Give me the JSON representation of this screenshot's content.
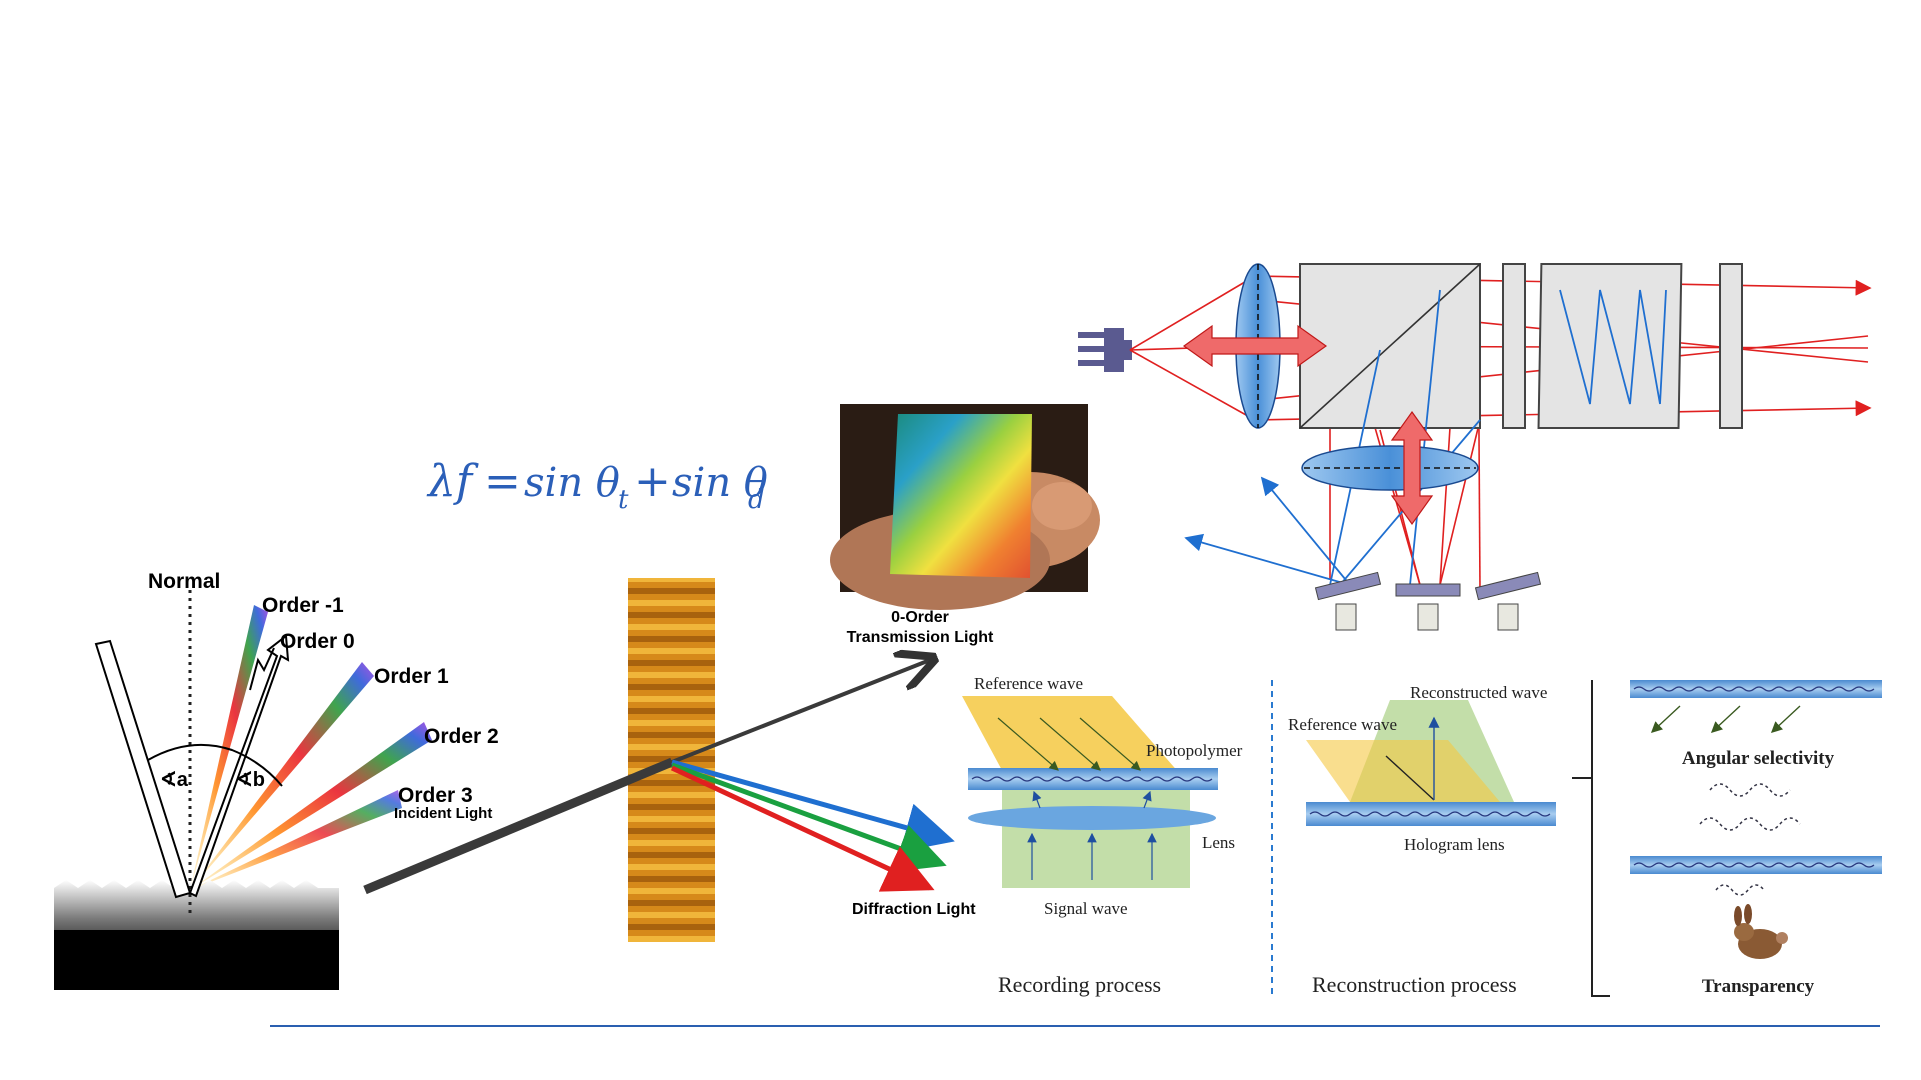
{
  "equation": {
    "lambda_f": "λf",
    "equals": "=",
    "sin_t": "sin θ",
    "sub_t": "t",
    "plus": "+",
    "sin_d": "sin θ",
    "sub_d": "d"
  },
  "reflection_grating": {
    "normal": "Normal",
    "orders": [
      "Order -1",
      "Order 0",
      "Order 1",
      "Order 2",
      "Order 3"
    ],
    "incident": "Incident Light",
    "angle_a": "∢a",
    "angle_b": "∢b"
  },
  "transmission_grating": {
    "zero_order": [
      "0-Order",
      "Transmission Light"
    ],
    "diffraction": "Diffraction Light"
  },
  "recording": {
    "reference_wave": "Reference wave",
    "photopolymer": "Photopolymer",
    "lens": "Lens",
    "signal_wave": "Signal wave",
    "caption": "Recording process"
  },
  "reconstruction": {
    "reconstructed_wave": "Reconstructed wave",
    "reference_wave": "Reference wave",
    "hologram_lens": "Hologram lens",
    "caption": "Reconstruction process"
  },
  "properties": {
    "angular": "Angular selectivity",
    "transparency": "Transparency"
  },
  "colors": {
    "accent_blue": "#2b5fb8",
    "ray_red": "#e02020",
    "ray_blue": "#1f6fd0",
    "ray_green": "#1aa040",
    "grating_orange": "#e69a1c",
    "film_blue": "#7aa8d8",
    "beam_yellow": "#f5c842",
    "beam_green": "#b8d89a"
  }
}
